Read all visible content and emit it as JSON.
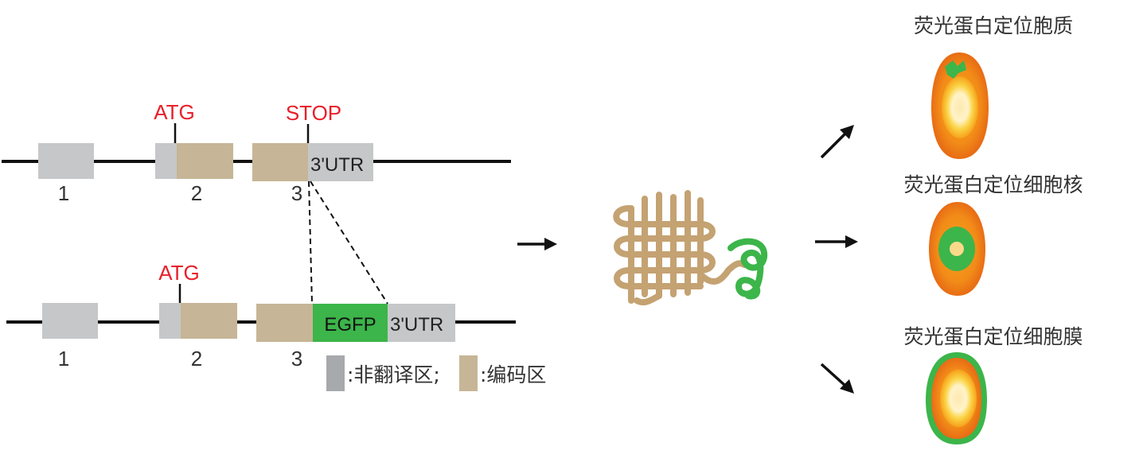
{
  "gene_top": {
    "exons": [
      "1",
      "2",
      "3"
    ],
    "atg": "ATG",
    "stop": "STOP",
    "utr": "3'UTR"
  },
  "gene_bottom": {
    "exons": [
      "1",
      "2",
      "3"
    ],
    "atg": "ATG",
    "egfp": "EGFP",
    "utr": "3'UTR"
  },
  "legend": {
    "noncoding": ":非翻译区;",
    "coding": ":编码区"
  },
  "localization": {
    "cytoplasm": "荧光蛋白定位胞质",
    "nucleus": "荧光蛋白定位细胞核",
    "membrane": "荧光蛋白定位细胞膜"
  },
  "colors": {
    "noncoding": "#c6c7c9",
    "coding": "#c6b596",
    "egfp": "#3cb54a",
    "label_red": "#e8202a",
    "protein": "#c4a272",
    "cell_orange": "#f08a1d",
    "membrane_green": "#3cb54a"
  }
}
